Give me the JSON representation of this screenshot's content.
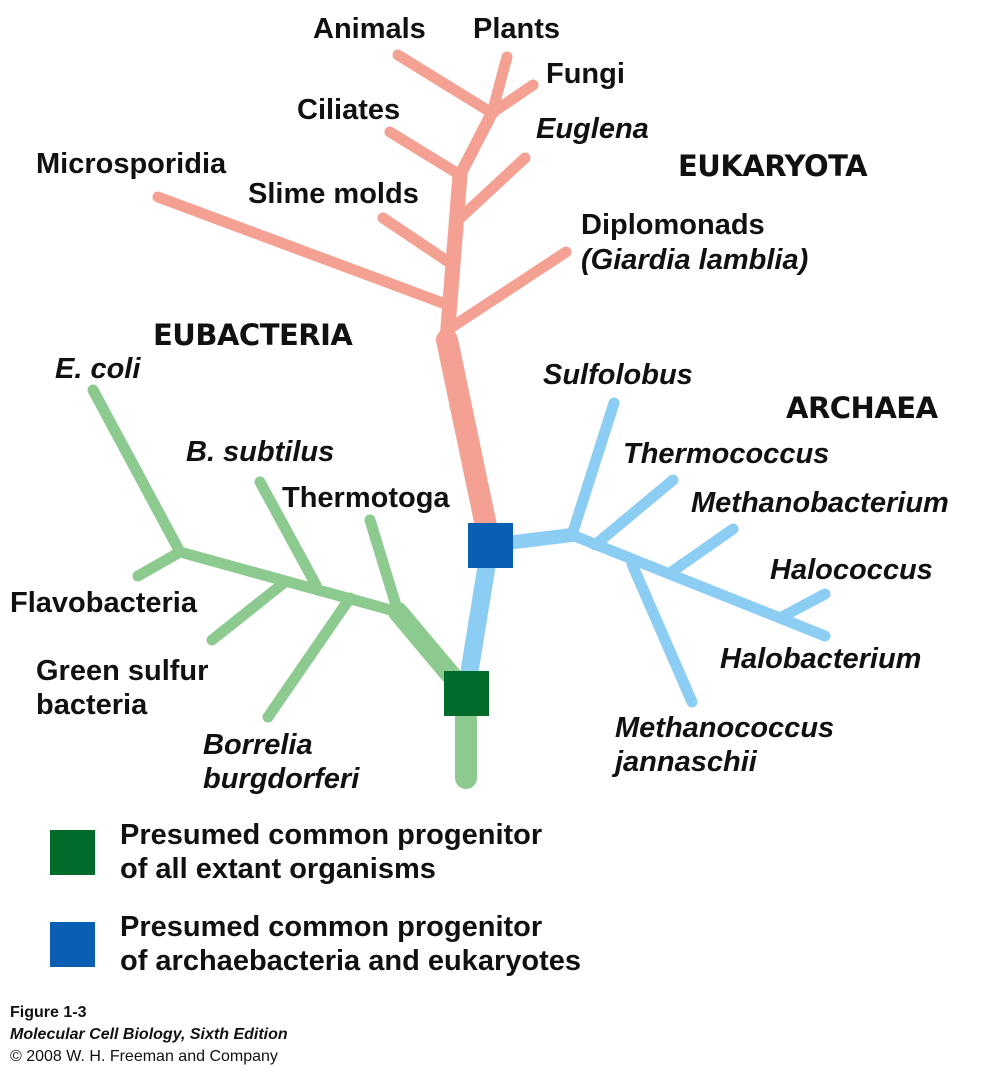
{
  "colors": {
    "eukaryota": "#f4a092",
    "eubacteria": "#8cca90",
    "archaea": "#8ccdf3",
    "root_marker": "#006b2b",
    "arch_euk_marker": "#0a5fb4"
  },
  "domains": {
    "eukaryota": "EUKARYOTA",
    "eubacteria": "EUBACTERIA",
    "archaea": "ARCHAEA"
  },
  "eukaryota_taxa": {
    "animals": "Animals",
    "plants": "Plants",
    "fungi": "Fungi",
    "ciliates": "Ciliates",
    "euglena": "Euglena",
    "microsporidia": "Microsporidia",
    "slime_molds": "Slime molds",
    "diplomonads": "Diplomonads",
    "giardia": "(Giardia lamblia)"
  },
  "eubacteria_taxa": {
    "ecoli": "E. coli",
    "bsubtilus": "B. subtilus",
    "thermotoga": "Thermotoga",
    "flavobacteria": "Flavobacteria",
    "green_sulfur_1": "Green sulfur",
    "green_sulfur_2": "bacteria",
    "borrelia_1": "Borrelia",
    "borrelia_2": "burgdorferi"
  },
  "archaea_taxa": {
    "sulfolobus": "Sulfolobus",
    "thermococcus": "Thermococcus",
    "methanobacterium": "Methanobacterium",
    "halococcus": "Halococcus",
    "halobacterium": "Halobacterium",
    "methanococcus_1": "Methanococcus",
    "methanococcus_2": "jannaschii"
  },
  "legend": {
    "root_line1": "Presumed common progenitor",
    "root_line2": "of all extant organisms",
    "arch_euk_line1": "Presumed common progenitor",
    "arch_euk_line2": "of archaebacteria and eukaryotes"
  },
  "caption": {
    "figure": "Figure 1-3",
    "book": "Molecular Cell Biology, Sixth Edition",
    "copyright": "© 2008 W. H. Freeman and Company"
  }
}
